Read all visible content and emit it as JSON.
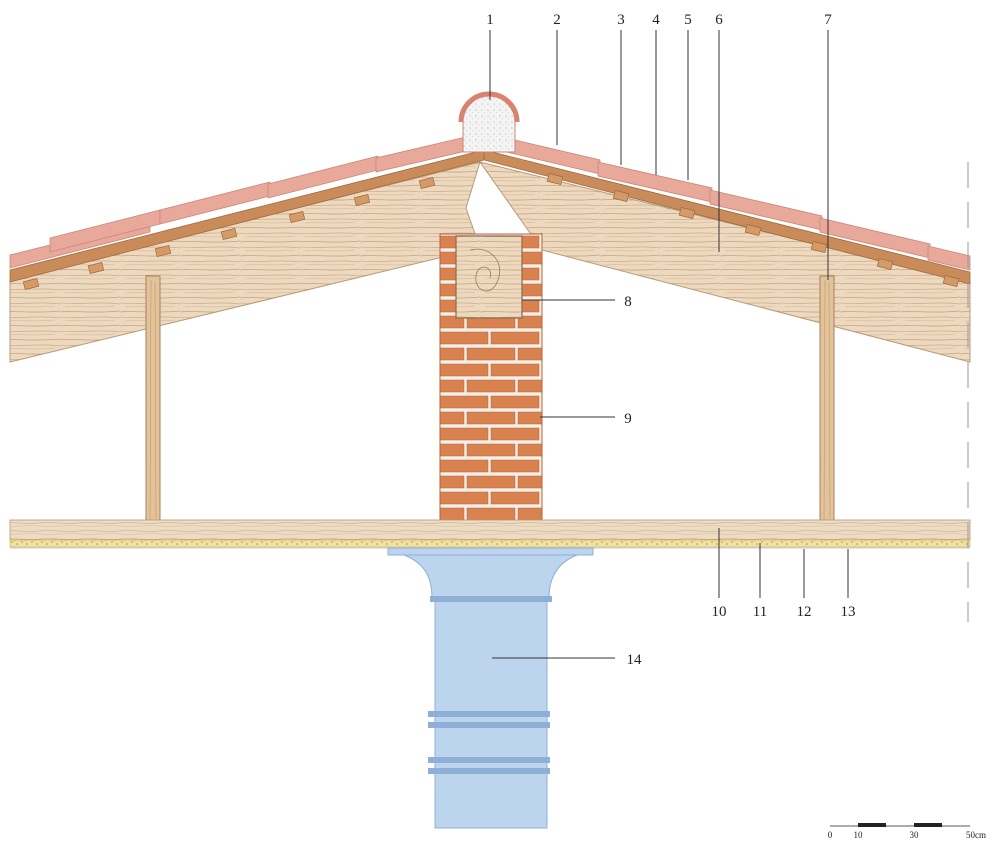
{
  "diagram": {
    "callouts": {
      "c1": "1",
      "c2": "2",
      "c3": "3",
      "c4": "4",
      "c5": "5",
      "c6": "6",
      "c7": "7",
      "c8": "8",
      "c9": "9",
      "c10": "10",
      "c11": "11",
      "c12": "12",
      "c13": "13",
      "c14": "14"
    },
    "scale_bar": {
      "labels": [
        "0",
        "10",
        "30",
        "50cm"
      ]
    },
    "colors": {
      "tile": "#e8a89a",
      "tile_edge": "#c98779",
      "batten": "#c98b5a",
      "wood": "#ecd9bf",
      "wood_grain": "#c8a47e",
      "post": "#e3c39c",
      "brick": "#d9824f",
      "mortar": "#f3efe8",
      "floor_board": "#eddcc4",
      "floor_fill": "#e4c46a",
      "column": "#bcd4ee",
      "column_ring": "#8eb0d6",
      "ridge_cap": "#f6e8e0",
      "ridge_fill": "#efefef"
    }
  }
}
